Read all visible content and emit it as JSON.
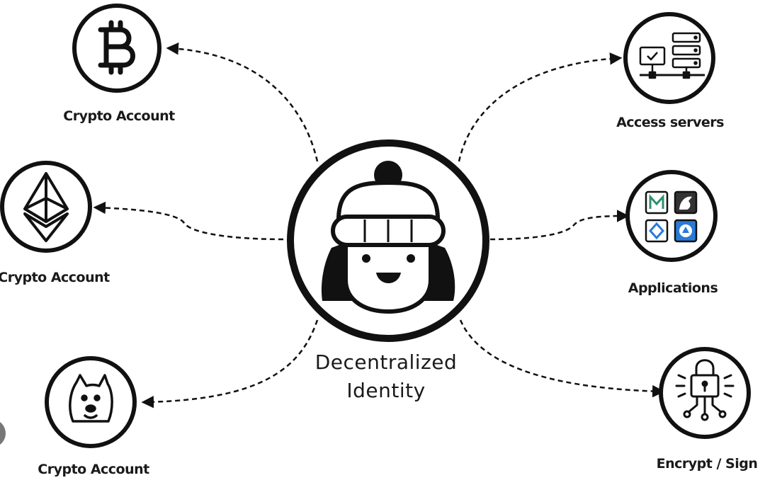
{
  "center": {
    "label_line1": "Decentralized",
    "label_line2": "Identity",
    "icon": "user-beanie-avatar-icon"
  },
  "nodes": [
    {
      "label": "Crypto Account",
      "icon": "bitcoin-icon"
    },
    {
      "label": "Crypto Account",
      "icon": "ethereum-icon"
    },
    {
      "label": "Crypto Account",
      "icon": "dogecoin-icon"
    },
    {
      "label": "Access servers",
      "icon": "server-rack-icon"
    },
    {
      "label": "Applications",
      "icon": "app-grid-icon"
    },
    {
      "label": "Encrypt / Sign",
      "icon": "lock-circuit-icon"
    }
  ],
  "colors": {
    "stroke": "#111111",
    "background": "#ffffff",
    "app_green": "#2f8f6f",
    "app_blue": "#2a7bd6",
    "app_dark": "#333333"
  }
}
